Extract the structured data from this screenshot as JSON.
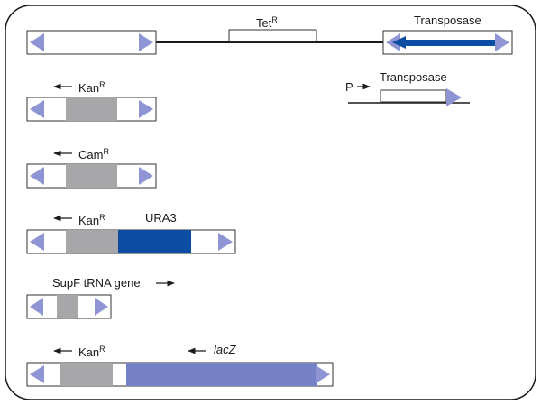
{
  "colors": {
    "frame": "#1a1a1a",
    "box_stroke": "#333333",
    "triangle": "#8e94d4",
    "resistance_gene": "#a7a7a9",
    "ura3_gene": "#0b4da2",
    "lacz_gene": "#7582c6",
    "transposase_arrow": "#0b4da2"
  },
  "labels": {
    "tet": "Tet",
    "tet_sup": "R",
    "transposase_top": "Transposase",
    "promoter": "P",
    "transposase_gene": "Transposase",
    "kan_1": "Kan",
    "kan_1_sup": "R",
    "cam": "Cam",
    "cam_sup": "R",
    "kan_2": "Kan",
    "kan_2_sup": "R",
    "ura3": "URA3",
    "supf": "SupF tRNA gene",
    "kan_3": "Kan",
    "kan_3_sup": "R",
    "lacz": "lacZ"
  },
  "icons": {
    "direction_arrow": "left-arrow",
    "forward_arrow": "right-arrow"
  }
}
